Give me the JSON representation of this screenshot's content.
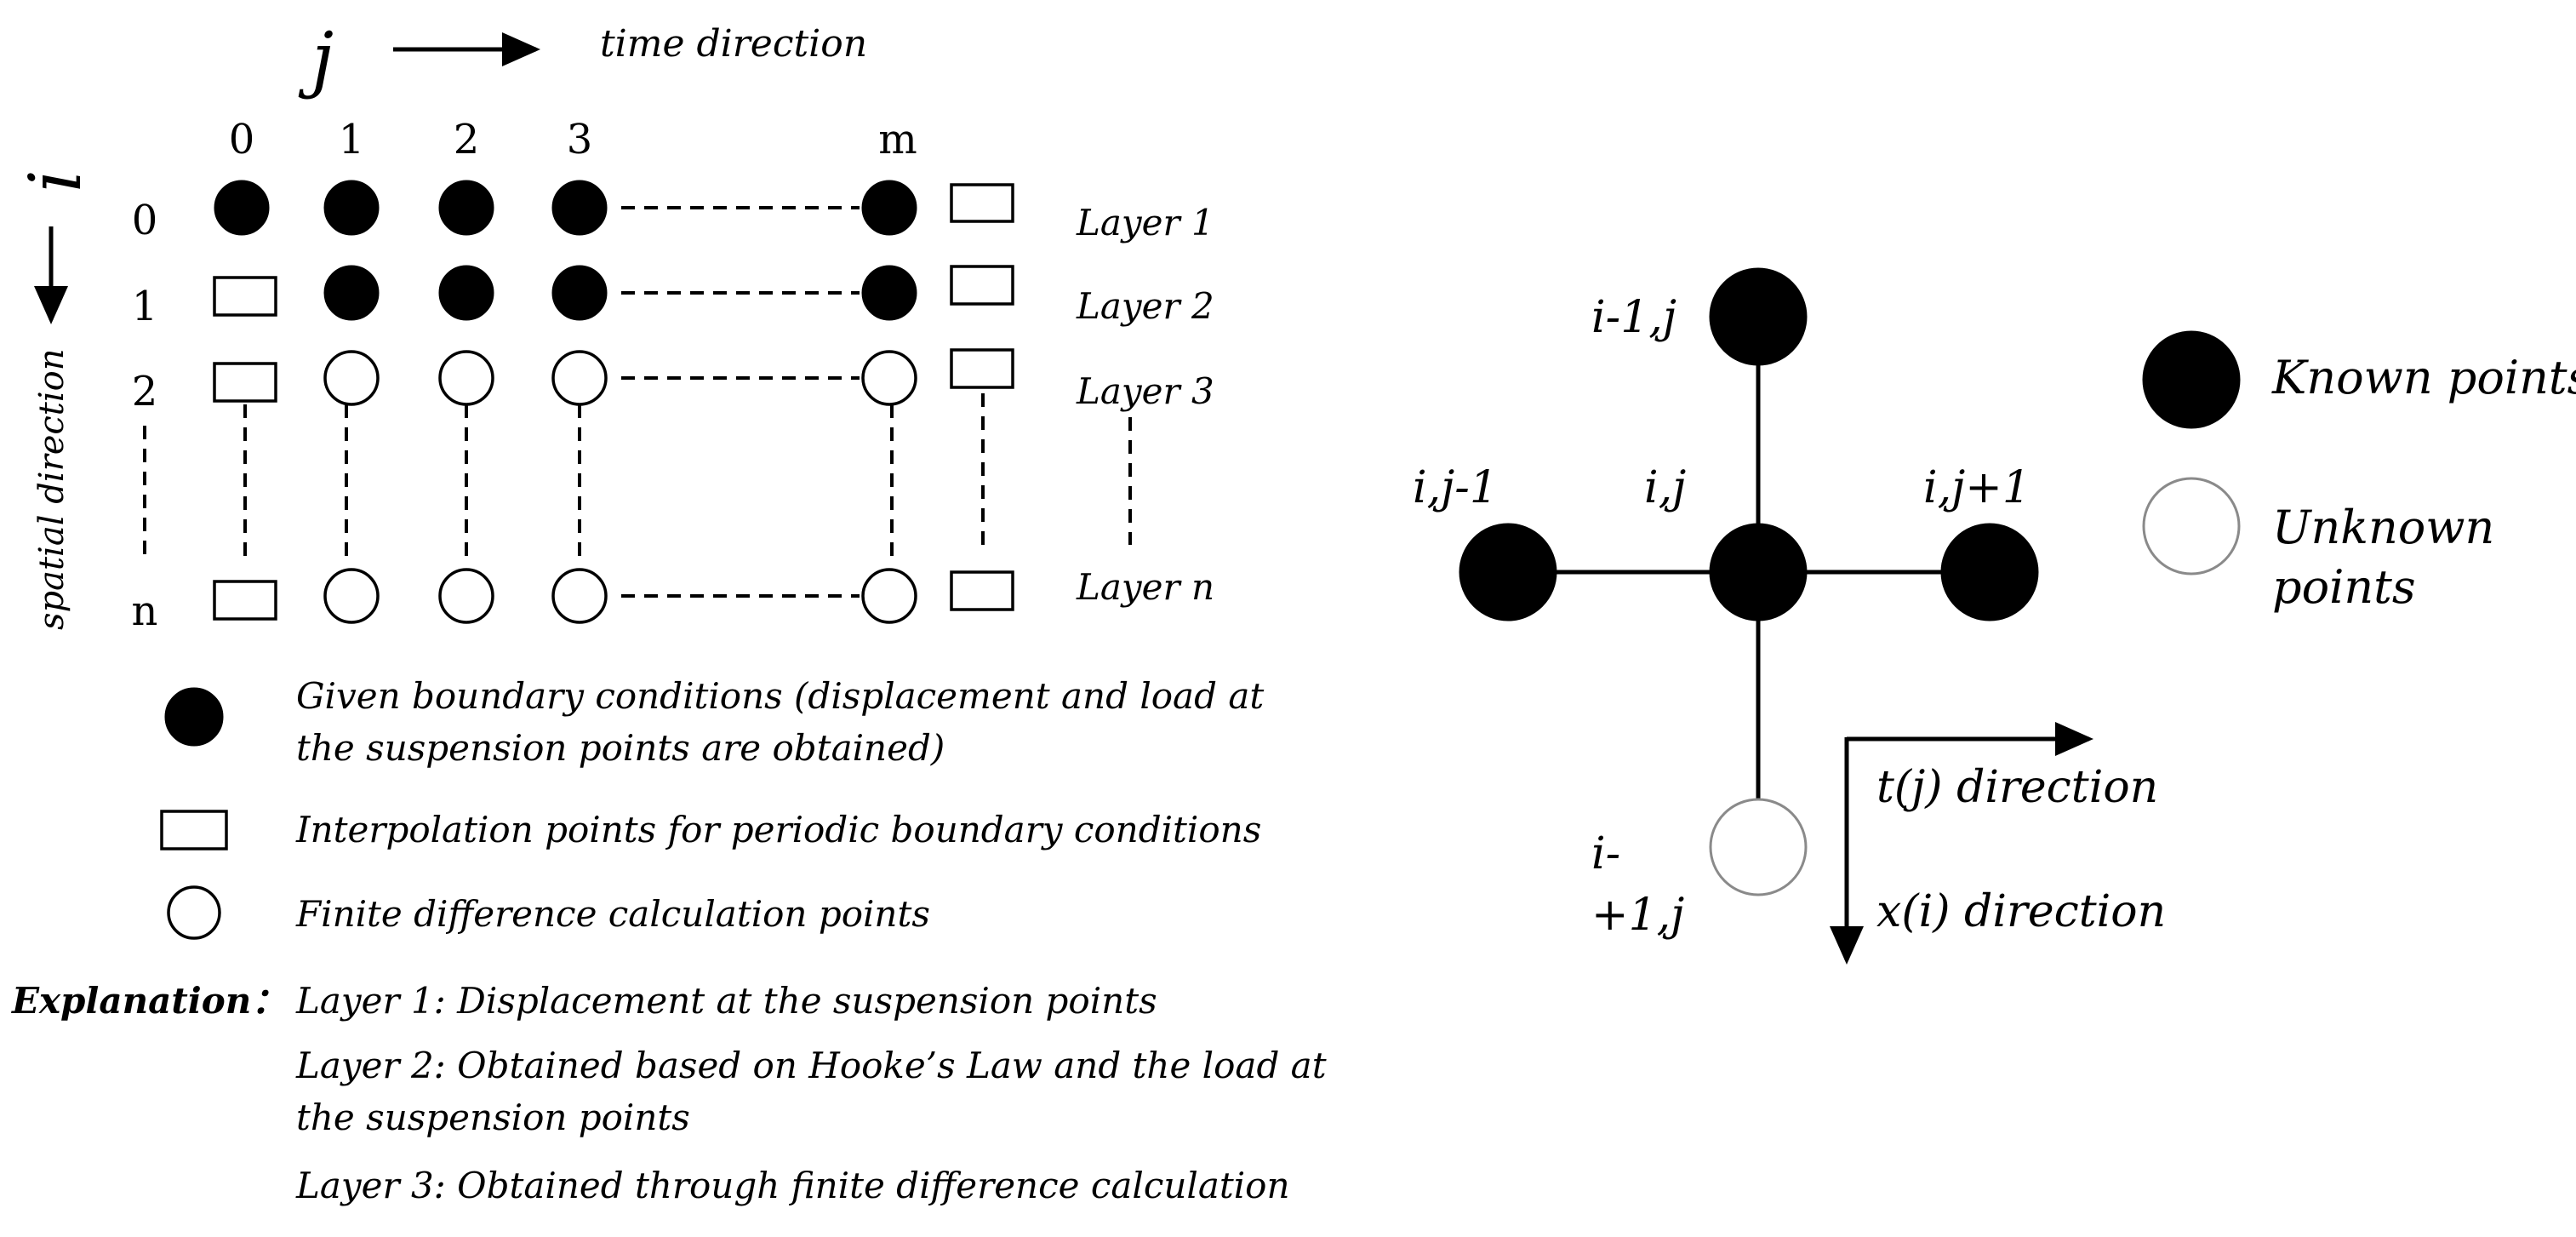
{
  "left_grid": {
    "j_symbol": "j",
    "time_direction": "time direction",
    "i_symbol": "i",
    "spatial_direction": "spatial direction",
    "columns": [
      "0",
      "1",
      "2",
      "3",
      "m"
    ],
    "rows": [
      "0",
      "1",
      "2",
      "n"
    ],
    "layers": [
      "Layer 1",
      "Layer 2",
      "Layer 3",
      "Layer n"
    ]
  },
  "legend": {
    "boundary_line1": "Given boundary conditions (displacement and load at",
    "boundary_line2": "the suspension points are obtained)",
    "interpolation": "Interpolation points for periodic boundary conditions",
    "finite_difference": "Finite difference calculation points"
  },
  "explanation": {
    "label": "Explanation：",
    "layer1": "Layer 1: Displacement at the suspension points",
    "layer2_line1": "Layer 2: Obtained based on Hooke’s Law and the load at",
    "layer2_line2": "the suspension points",
    "layer3": "Layer 3: Obtained through finite difference calculation"
  },
  "stencil": {
    "top": "i-1,j",
    "left": "i,j-1",
    "center": "i,j",
    "right": "i,j+1",
    "bottom_line1": "i-",
    "bottom_line2": "+1,j",
    "t_direction": "t(j) direction",
    "x_direction": "x(i) direction"
  },
  "stencil_legend": {
    "known": "Known points",
    "unknown_line1": "Unknown",
    "unknown_line2": "points"
  }
}
